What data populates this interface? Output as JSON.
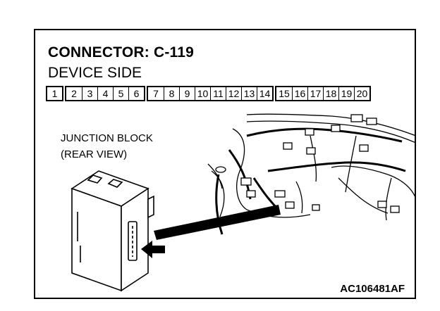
{
  "connector": {
    "title": "CONNECTOR: C-119",
    "side": "DEVICE SIDE",
    "pin_groups": [
      [
        "1"
      ],
      [
        "2",
        "3",
        "4",
        "5",
        "6"
      ],
      [
        "7",
        "8",
        "9",
        "10",
        "11",
        "12",
        "13",
        "14"
      ],
      [
        "15",
        "16",
        "17",
        "18",
        "19",
        "20"
      ]
    ]
  },
  "labels": {
    "junction_block_line1": "JUNCTION BLOCK",
    "junction_block_line2": "(REAR VIEW)",
    "figure_code": "AC106481AF"
  }
}
